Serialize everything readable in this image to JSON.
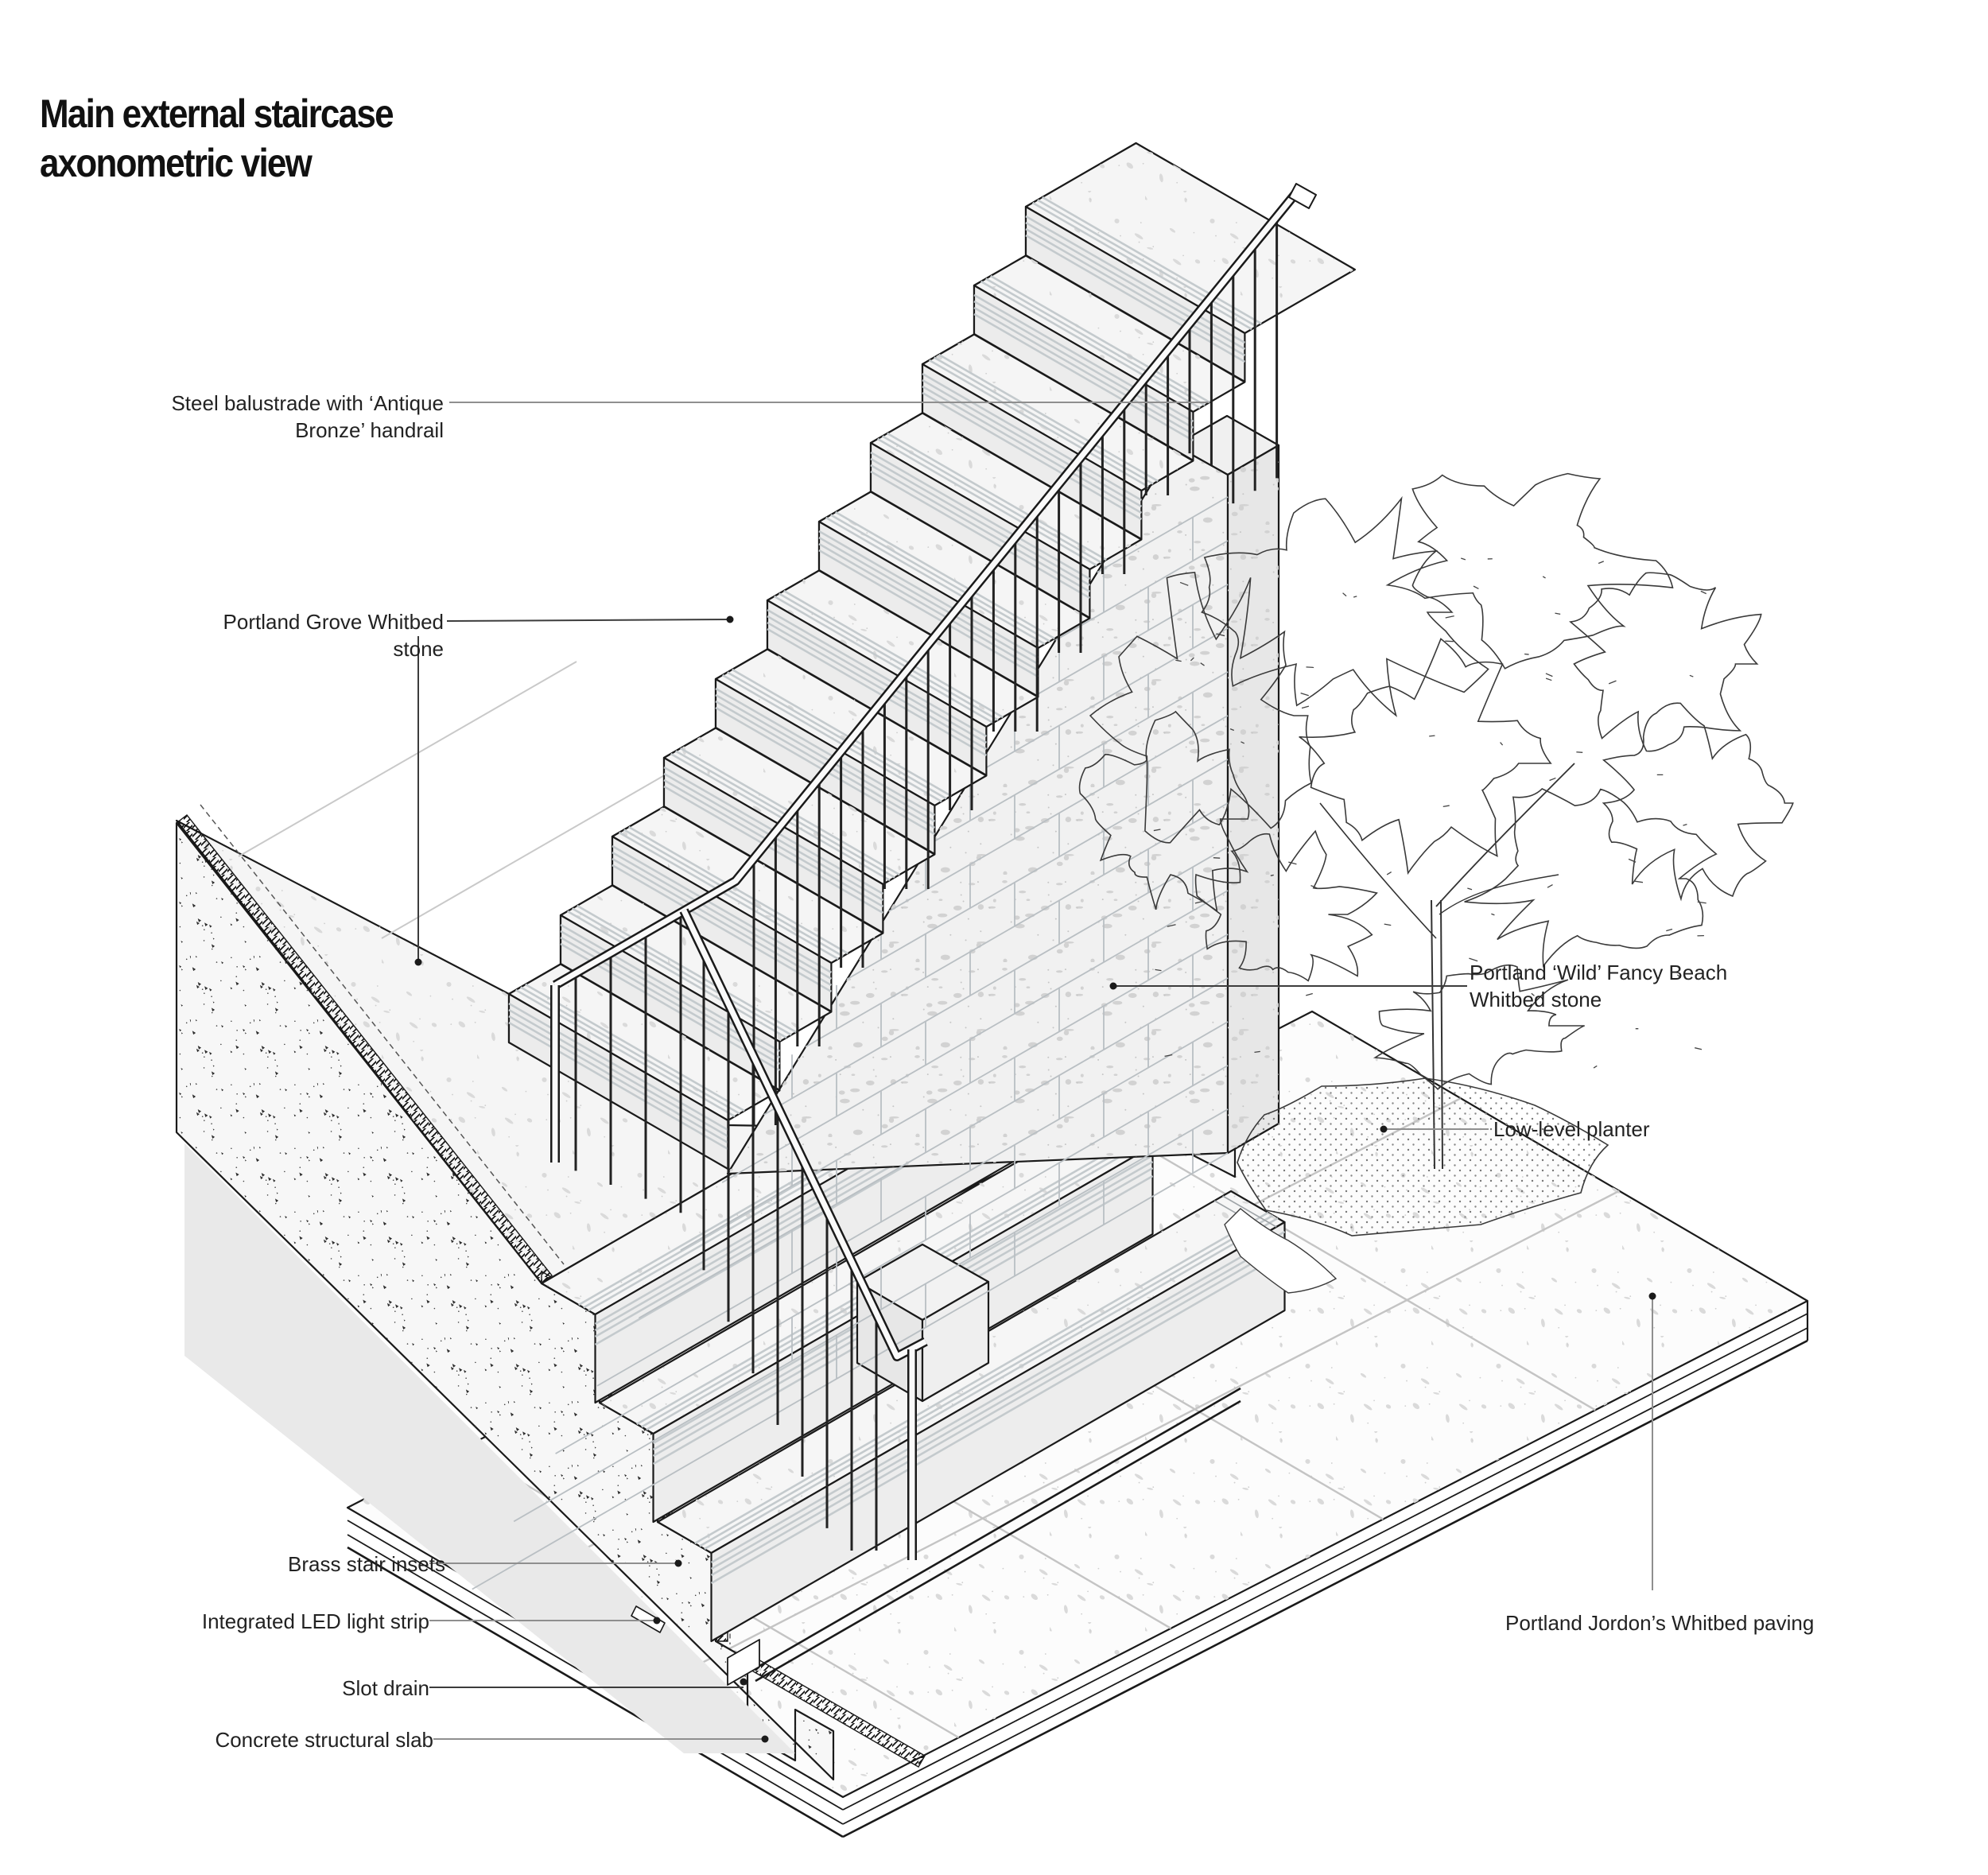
{
  "title": {
    "line1": "Main external staircase",
    "line2": "axonometric view"
  },
  "labels": {
    "balustrade": "Steel balustrade with ‘Antique Bronze’ handrail",
    "grove": "Portland Grove Whitbed stone",
    "wild": "Portland ‘Wild’ Fancy Beach Whitbed stone",
    "planter": "Low-level planter",
    "brass": "Brass stair insets",
    "led": "Integrated LED light strip",
    "slot": "Slot drain",
    "concrete": "Concrete structural slab",
    "jordons": "Portland Jordon’s Whitbed paving"
  },
  "colors": {
    "ink": "#1a1a1a",
    "leader_gray": "#8f8f8f",
    "leader_dark": "#3c3c3c",
    "stone_fill": "#f5f5f5",
    "riser_fill": "#ececec",
    "side_fill": "#e4e4e4",
    "stripe": "#c4cacd",
    "joint": "#b9bfc3"
  }
}
